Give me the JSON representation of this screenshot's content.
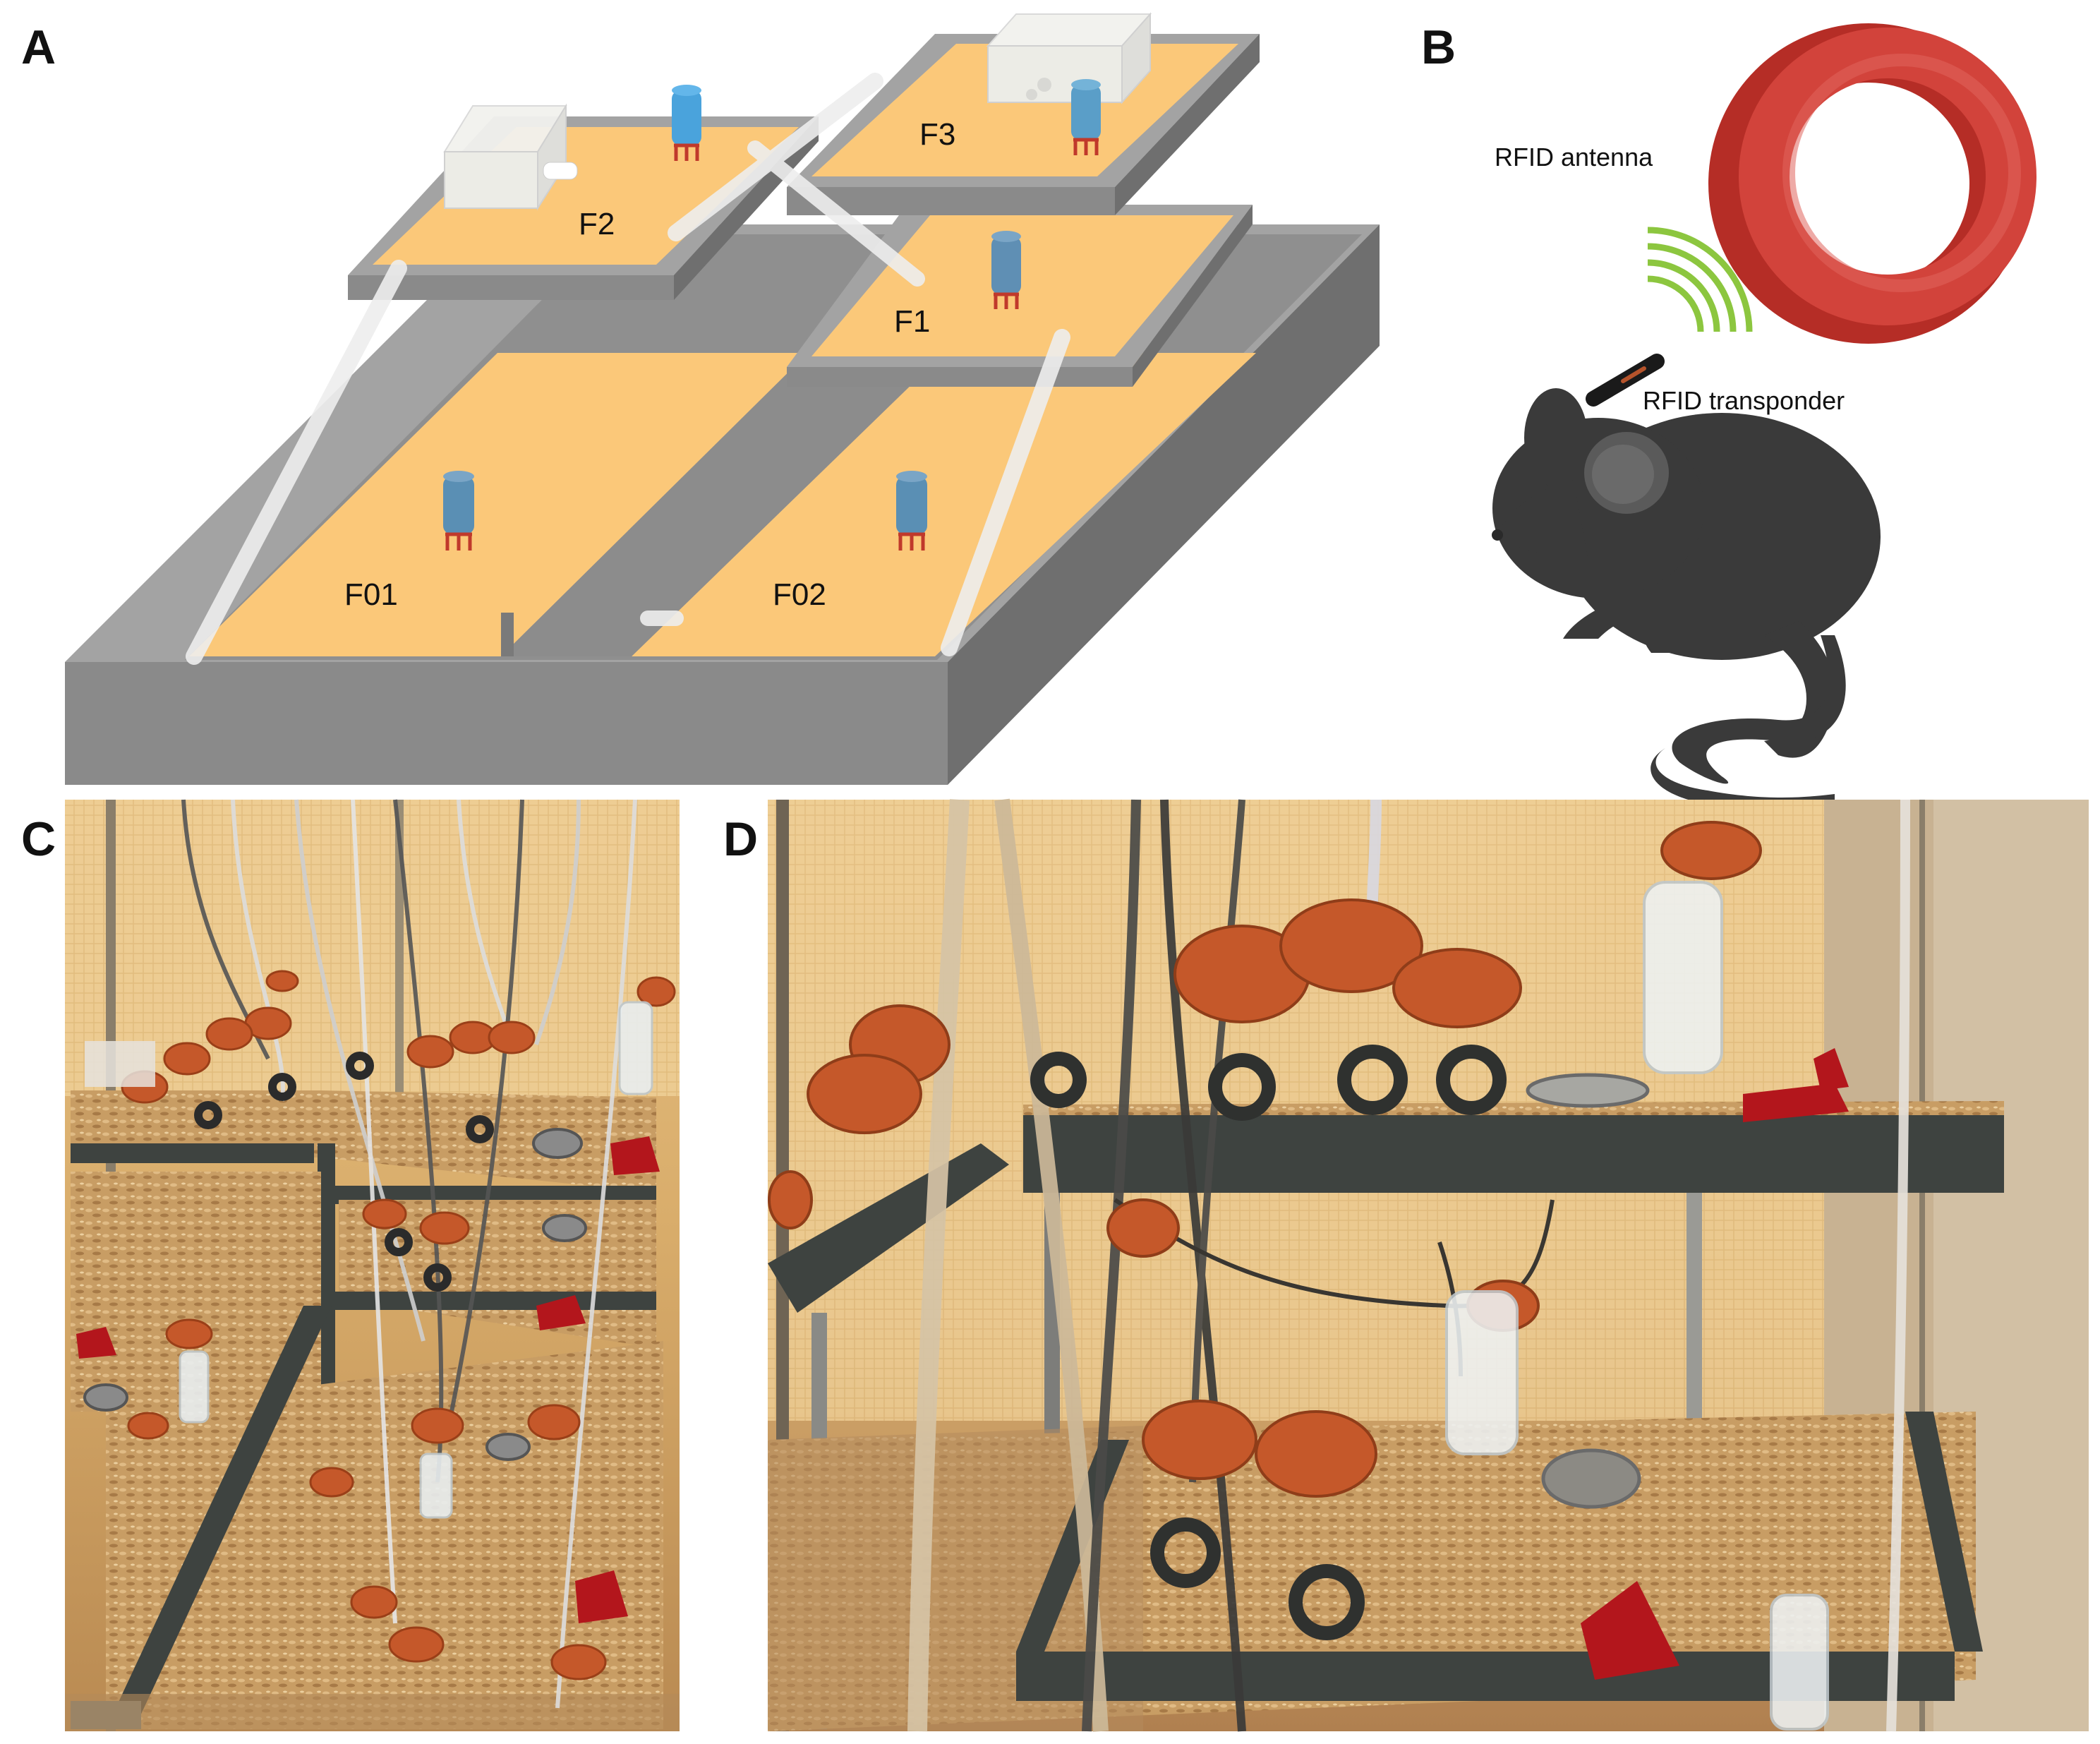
{
  "panels": {
    "a": {
      "letter": "A",
      "floors": {
        "f3": "F3",
        "f2": "F2",
        "f1": "F1",
        "f01": "F01",
        "f02": "F02"
      }
    },
    "b": {
      "letter": "B",
      "antenna_label": "RFID antenna",
      "transponder_label": "RFID transponder"
    },
    "c": {
      "letter": "C"
    },
    "d": {
      "letter": "D"
    }
  },
  "colors": {
    "floor": "#fbc879",
    "wall_top": "#a3a3a3",
    "wall_side": "#8a8a8a",
    "wall_dark": "#6f6f6f",
    "antenna": "#c8372f",
    "signal": "#8cc63f",
    "mouse": "#3a3a3a",
    "photo_wall": "#e8c58a",
    "bedding": "#c59a62",
    "orange_antenna": "#c5582a",
    "frame": "#3e4340"
  }
}
